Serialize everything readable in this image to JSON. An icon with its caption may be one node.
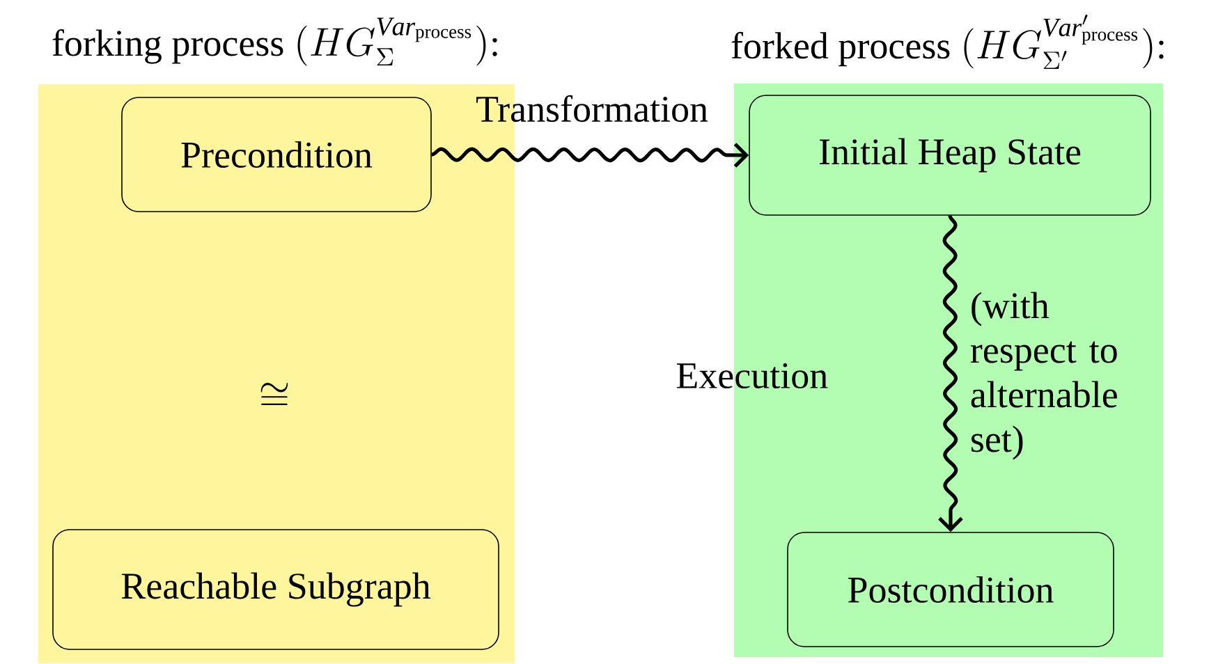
{
  "diagram": {
    "nodes": [
      {
        "text": [
          "\\text{forking process }(HG_{\\Sigma}^{\\mathit{Var}_{\\text{process}}})\\text{:}"
        ]
      },
      {
        "text": [
          "Precondition"
        ],
        "in": 0
      },
      {
        "text": [
          "Reachable Subgraph"
        ],
        "in": 0
      },
      {
        "text": [
          "\\text{forked process }(HG_{\\Sigma'}^{\\mathit{Var}'_{\\text{process}}})\\text{:}"
        ]
      },
      {
        "text": [
          "Initial Heap State"
        ],
        "in": 3
      },
      {
        "text": [
          "Postcondition"
        ],
        "in": 3
      }
    ],
    "edges": [
      {
        "from": 1,
        "to": 4,
        "arrow": "to",
        "label": "Transformation"
      },
      {
        "from": 4,
        "to": 5,
        "arrow": "to",
        "label": "Execution"
      }
    ],
    "labels": [
      "\\cong",
      "(with respect to alternable set)"
    ]
  }
}
